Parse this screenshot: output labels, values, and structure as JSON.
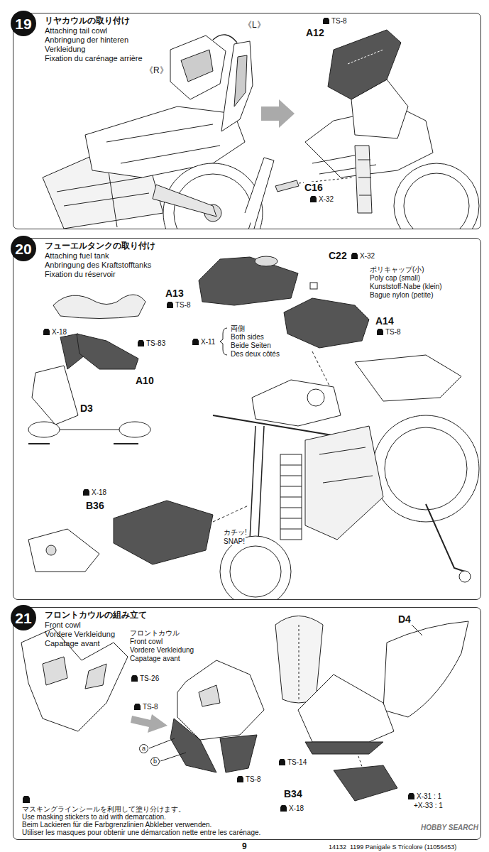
{
  "diagram": {
    "nodes": [
      {
        "text": [
          "リヤカウルの取り付け",
          "Attaching tail cowl",
          "Anbringung der hinteren Verkleidung",
          "Fixation du carénage arrière"
        ]
      },
      {
        "text": [
          "19"
        ],
        "in": 0
      },
      {
        "text": [
          "フューエルタンクの取り付け",
          "Attaching fuel tank",
          "Anbringung des Kraftstofftanks",
          "Fixation du réservoir"
        ]
      },
      {
        "text": [
          "20"
        ],
        "in": 2
      },
      {
        "text": [
          "フロントカウルの組み立て",
          "Front cowl",
          "Vordere Verkleidung",
          "Capatage avant"
        ]
      },
      {
        "text": [
          "21"
        ],
        "in": 4
      }
    ],
    "labels": [
      "《R》",
      "《L》",
      "A12",
      "TS-8",
      "C16",
      "X-32",
      "A13",
      "TS-8",
      "C22",
      "X-32",
      "ポリキャップ(小)",
      "Poly cap (small)",
      "Kunststoff-Nabe (klein)",
      "Bague nylon (petite)",
      "A14",
      "TS-8",
      "X-11",
      "両側",
      "Both sides",
      "Beide Seiten",
      "Des deux côtés",
      "X-18",
      "TS-83",
      "A10",
      "D3",
      "X-18",
      "B36",
      "カチッ!",
      "SNAP!",
      "フロントカウル",
      "Front cowl",
      "Vordere Verkleidung",
      "Capatage avant",
      "TS-26",
      "TS-8",
      "TS-8",
      "a",
      "b",
      "D4",
      "TS-14",
      "B34",
      "X-18",
      "X-31 : 1",
      "+X-33 : 1",
      "マスキングラインシールを利用して塗り分けます。",
      "Use masking stickers to aid with demarcation.",
      "Beim Lackieren für die Farbgrenzlinien Abkleber verwenden.",
      "Utiliser les masques pour obtenir une démarcation nette entre les carénage.",
      "9",
      "14132",
      "1199 Panigale S Tricolore (11056453)",
      "HOBBY SEARCH"
    ]
  }
}
